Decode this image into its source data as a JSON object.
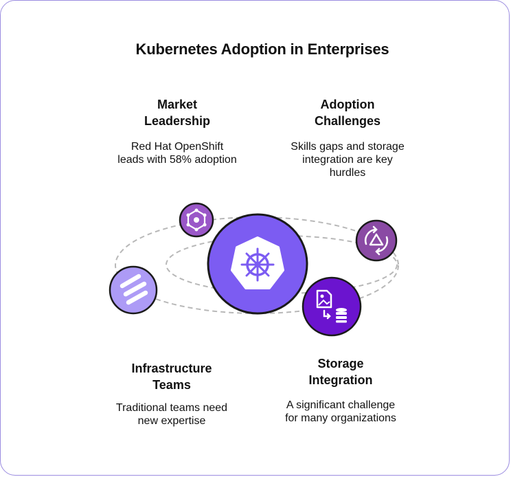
{
  "title": "Kubernetes Adoption in Enterprises",
  "sections": {
    "market": {
      "heading": "Market Leadership",
      "text": "Red Hat OpenShift leads with 58% adoption"
    },
    "challenges": {
      "heading": "Adoption Challenges",
      "text": "Skills gaps and storage integration are key hurdles"
    },
    "teams": {
      "heading": "Infrastructure Teams",
      "text": "Traditional teams need new expertise"
    },
    "storage": {
      "heading": "Storage Integration",
      "text": "A significant challenge for many organizations"
    }
  },
  "icons": {
    "center": "kubernetes-helm-icon",
    "market": "network-hub-icon",
    "challenges": "cycle-triangle-icon",
    "teams": "stacked-bars-icon",
    "storage": "image-to-database-icon"
  },
  "colors": {
    "center": "#7c5cf2",
    "market": "#9a57c8",
    "challenges": "#8a4aa4",
    "teams": "#ad9bf6",
    "storage": "#6b14cf",
    "orbit": "#b8b8b8"
  }
}
